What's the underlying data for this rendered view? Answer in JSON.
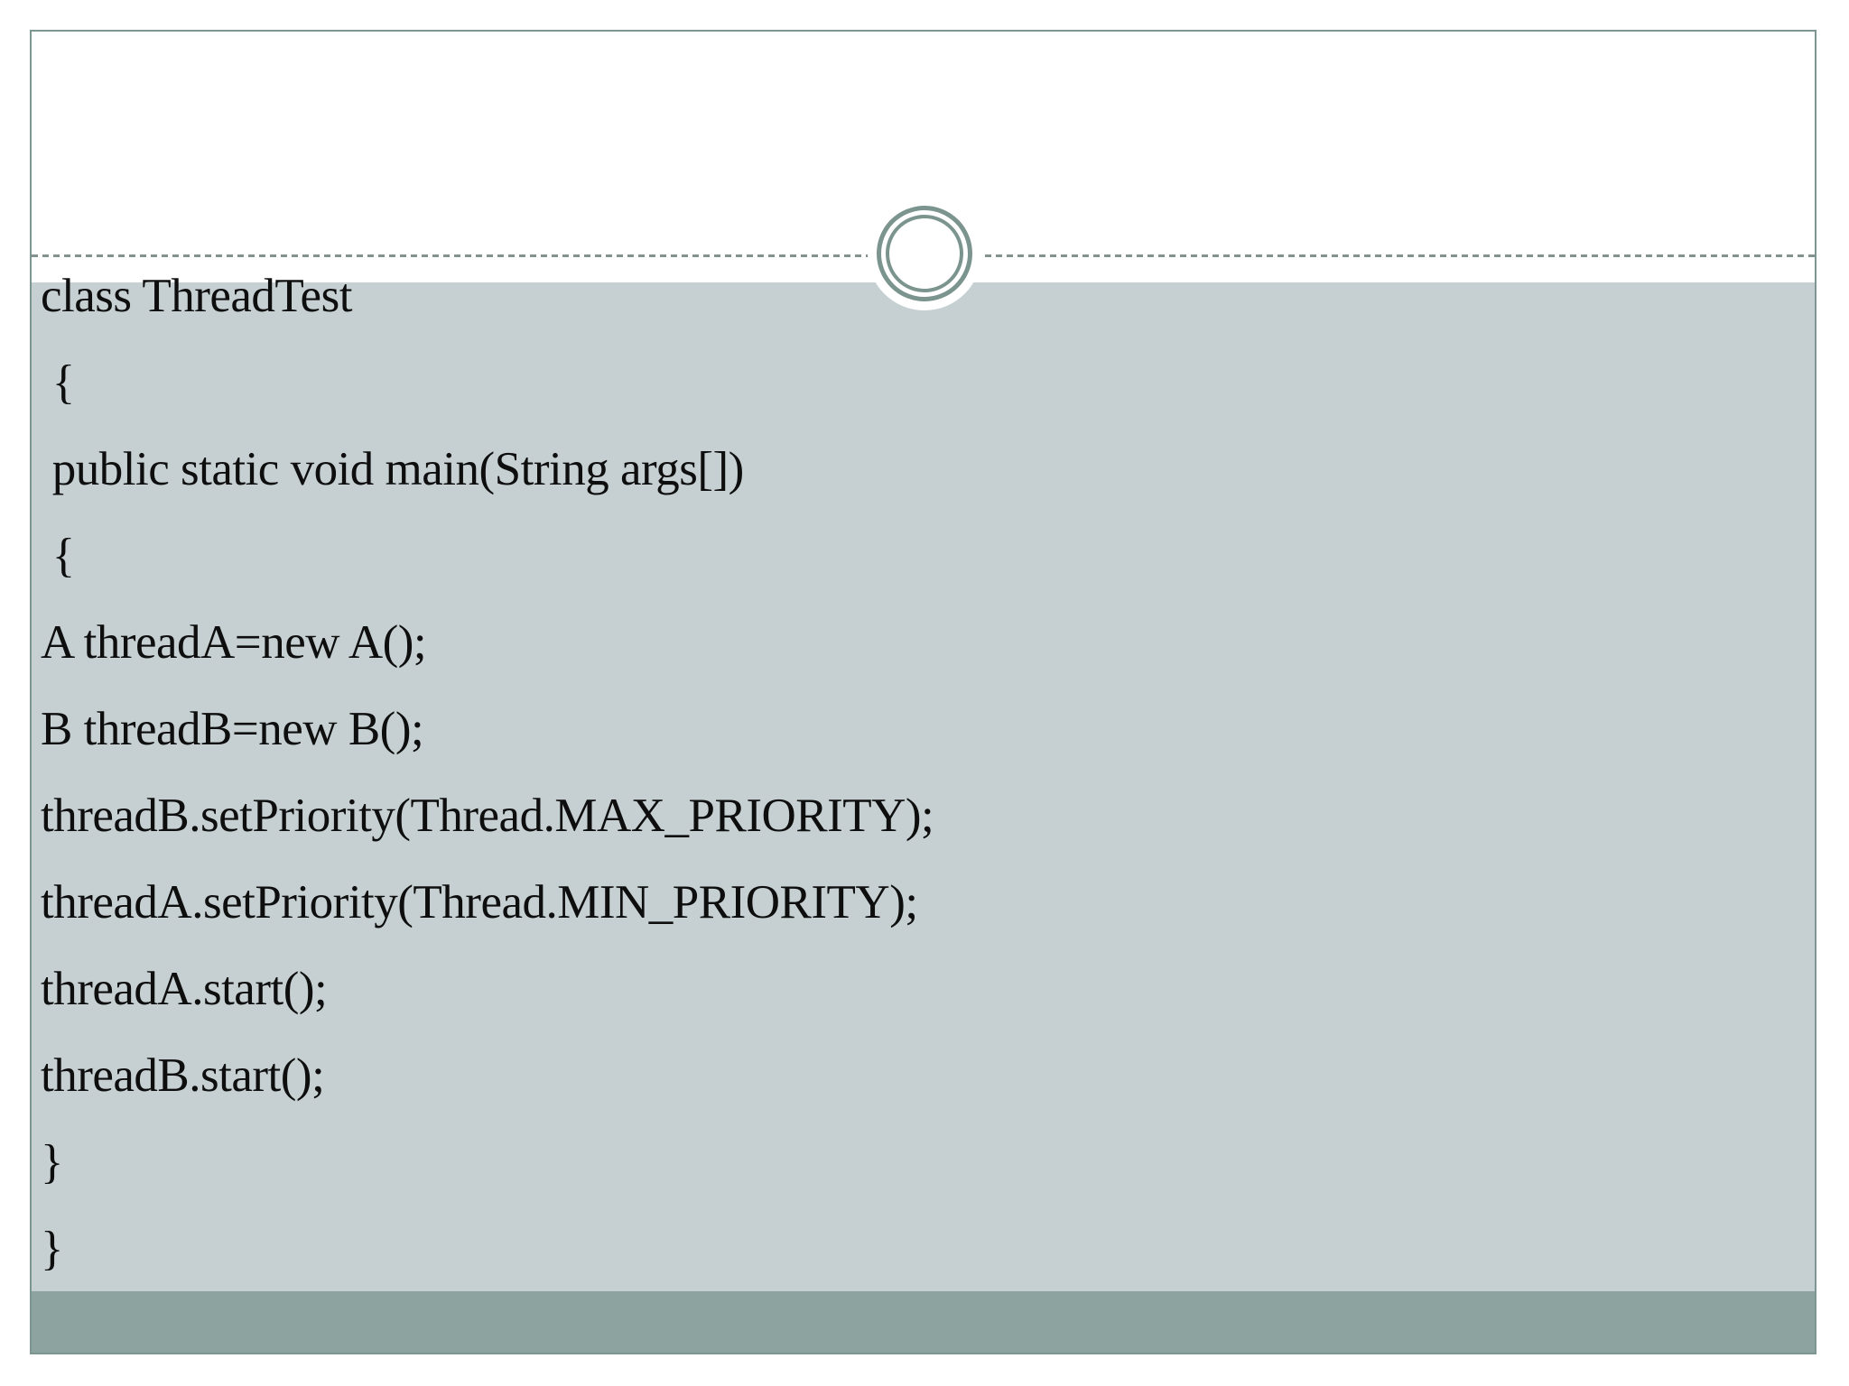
{
  "slide": {
    "title_area_text": "",
    "code_lines": [
      "class ThreadTest",
      " {",
      " public static void main(String args[])",
      " {",
      "A threadA=new A();",
      "B threadB=new B();",
      "threadB.setPriority(Thread.MAX_PRIORITY);",
      "threadA.setPriority(Thread.MIN_PRIORITY);",
      "threadA.start();",
      "threadB.start();",
      "}",
      "}"
    ],
    "colors": {
      "page_background": "#ffffff",
      "frame_border": "#7e9691",
      "content_background": "#c6d0d2",
      "footer_bar": "#8ca39f",
      "ornament_ring": "#7b948e",
      "dashed_line": "#83928e",
      "code_text": "#0e0e0e"
    }
  }
}
